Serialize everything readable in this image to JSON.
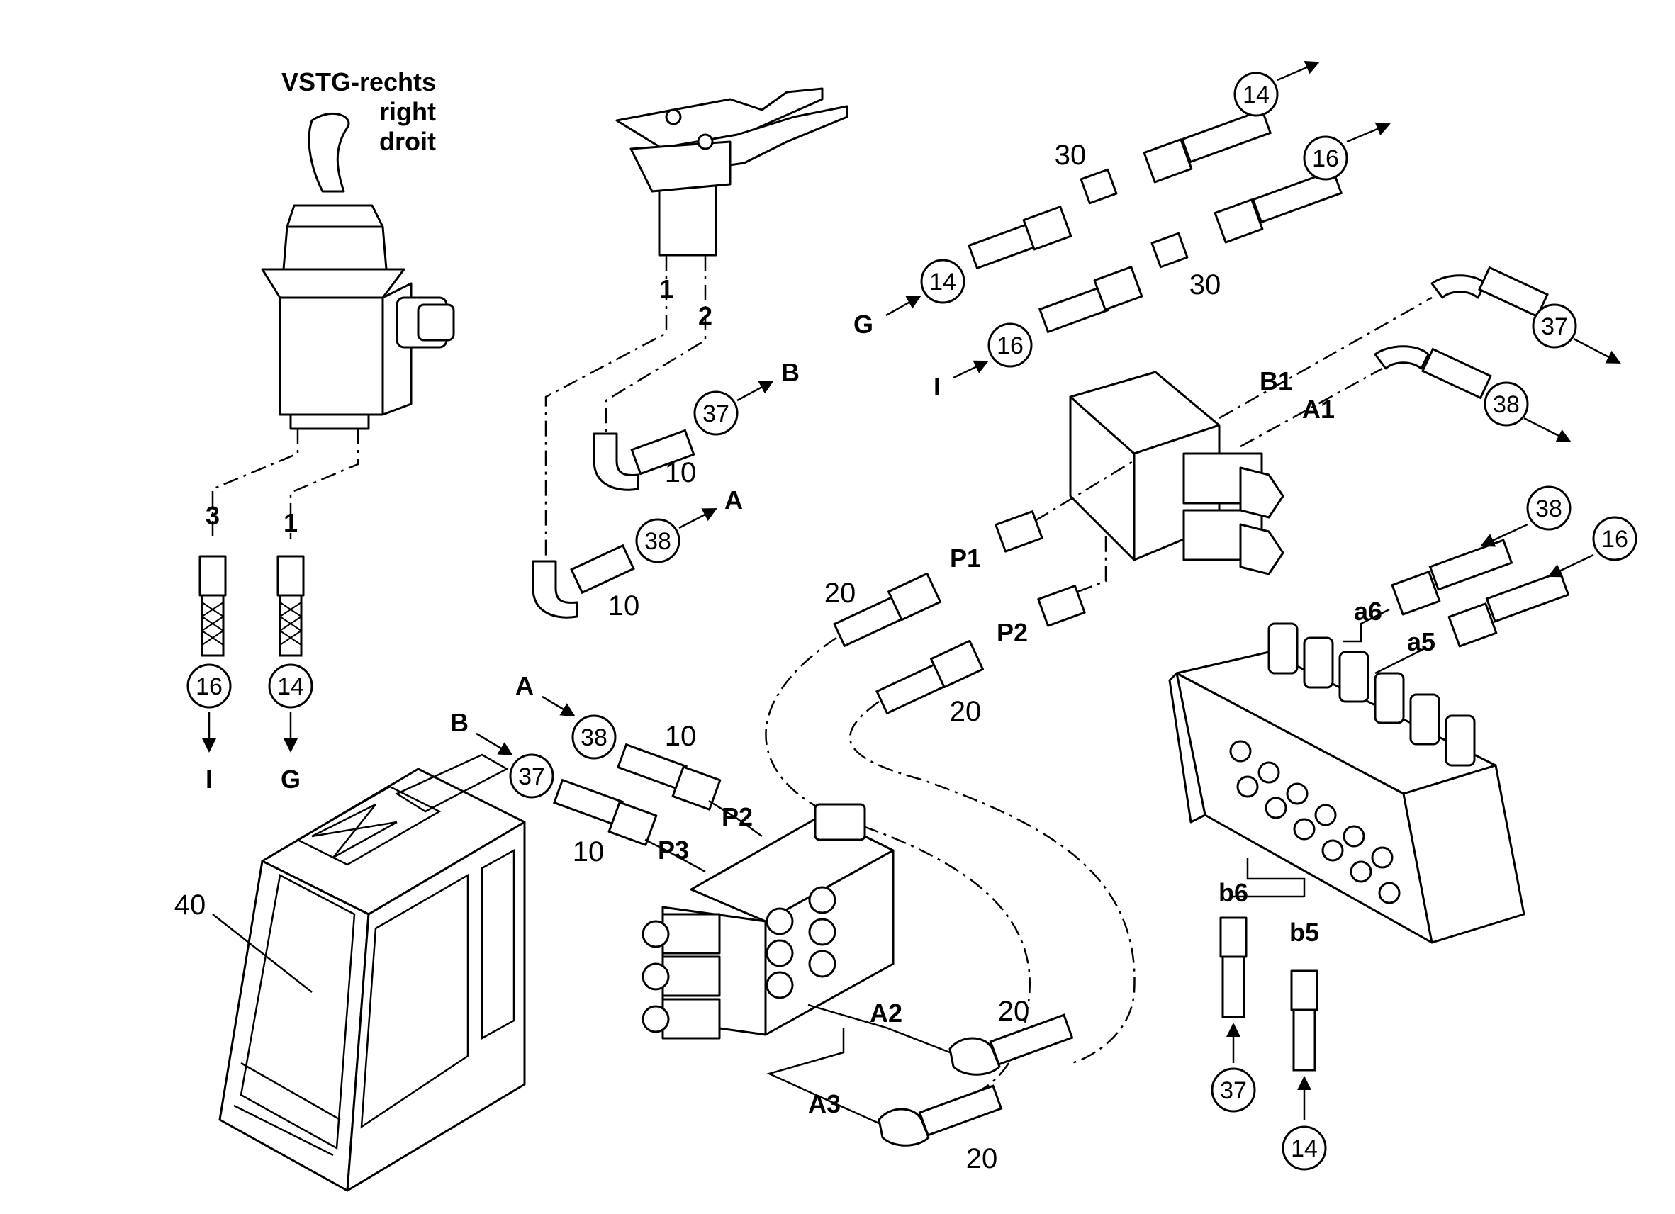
{
  "joystick": {
    "title": [
      "VSTG-rechts",
      "right",
      "droit"
    ],
    "port_left": "3",
    "port_right": "1"
  },
  "pedal": {
    "port_1": "1",
    "port_2": "2"
  },
  "refs": {
    "n14": "14",
    "n16": "16",
    "n37": "37",
    "n38": "38",
    "n10": "10",
    "n20": "20",
    "n30": "30",
    "n40": "40"
  },
  "letters": {
    "A": "A",
    "B": "B",
    "G": "G",
    "I": "I",
    "A1": "A1",
    "B1": "B1",
    "A2": "A2",
    "A3": "A3",
    "P1": "P1",
    "P2": "P2",
    "P3": "P3",
    "a5": "a5",
    "a6": "a6",
    "b5": "b5",
    "b6": "b6"
  }
}
